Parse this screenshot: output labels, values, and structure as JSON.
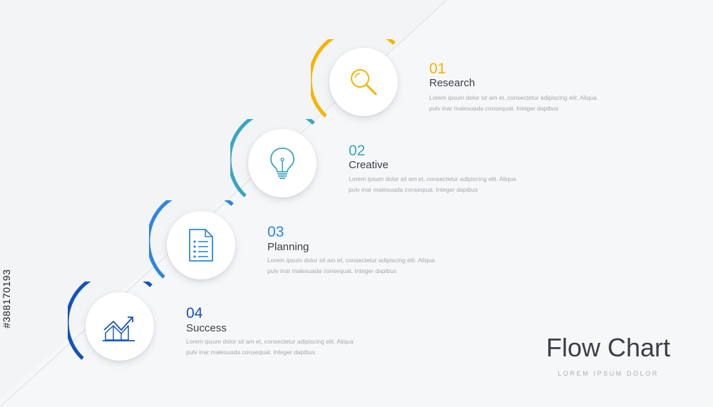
{
  "stock_id": "#388170193",
  "title": "Flow Chart",
  "subtitle": "LOREM IPSUM DOLOR",
  "steps": [
    {
      "number": "01",
      "title": "Research",
      "desc1": "Lorem ipsum dolor sit am et, consectetur adipiscing elit. Aliqua",
      "desc2": "pulv inar malesuada consequat. Integer dapibus",
      "color": "#f5b400",
      "icon": "magnifier-icon"
    },
    {
      "number": "02",
      "title": "Creative",
      "desc1": "Lorem ipsum dolor sit am et, consectetur adipiscing elit. Aliqua",
      "desc2": "pulv inar malesuada consequat. Integer dapibus",
      "color": "#3aa6bf",
      "icon": "lightbulb-icon"
    },
    {
      "number": "03",
      "title": "Planning",
      "desc1": "Lorem ipsum dolor sit am et, consectetur adipiscing elit. Aliqua",
      "desc2": "pulv inar malesuada consequat. Integer dapibus",
      "color": "#2d86e0",
      "icon": "document-list-icon"
    },
    {
      "number": "04",
      "title": "Success",
      "desc1": "Lorem ipsum dolor sit am et, consectetur adipiscing elit. Aliqua",
      "desc2": "pulv inar malesuada consequat. Integer dapibus",
      "color": "#1454b8",
      "icon": "chart-growth-icon"
    }
  ]
}
